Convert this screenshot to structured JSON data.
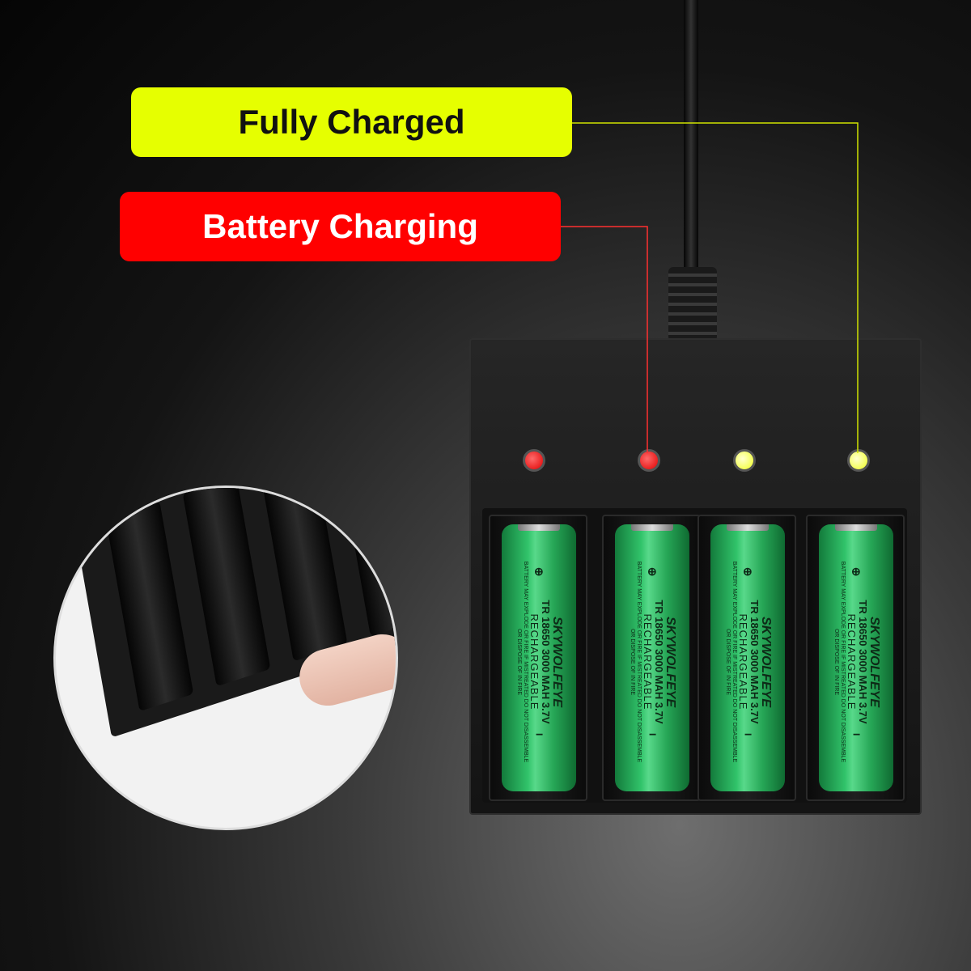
{
  "labels": {
    "fully_charged": "Fully Charged",
    "battery_charging": "Battery Charging"
  },
  "colors": {
    "fully_charged_bg": "#e6ff00",
    "battery_charging_bg": "#ff0000",
    "battery_green": "#2bb862"
  },
  "leds": [
    "red",
    "red",
    "yellow",
    "yellow"
  ],
  "batteries": [
    {
      "brand": "SKYWOLFEYE",
      "model": "TR 18650 3000 MAH 3.7V",
      "type": "RECHARGEABLE",
      "warning": "BATTERY MAY EXPLODE OR FIRE IF MISTREATED DO NOT DISASSEMBLE OR DISPOSE OF IN FIRE"
    },
    {
      "brand": "SKYWOLFEYE",
      "model": "TR 18650 3000 MAH 3.7V",
      "type": "RECHARGEABLE",
      "warning": "BATTERY MAY EXPLODE OR FIRE IF MISTREATED DO NOT DISASSEMBLE OR DISPOSE OF IN FIRE"
    },
    {
      "brand": "SKYWOLFEYE",
      "model": "TR 18650 3000 MAH 3.7V",
      "type": "RECHARGEABLE",
      "warning": "BATTERY MAY EXPLODE OR FIRE IF MISTREATED DO NOT DISASSEMBLE OR DISPOSE OF IN FIRE"
    },
    {
      "brand": "SKYWOLFEYE",
      "model": "TR 18650 3000 MAH 3.7V",
      "type": "RECHARGEABLE",
      "warning": "BATTERY MAY EXPLODE OR FIRE IF MISTREATED DO NOT DISASSEMBLE OR DISPOSE OF IN FIRE"
    }
  ]
}
